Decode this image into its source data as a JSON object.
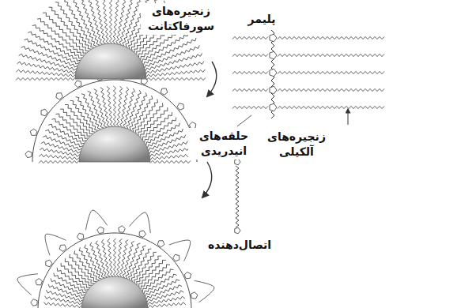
{
  "diagram": {
    "labels": [
      "زنجیره‌های سورفاکتانت",
      "پلیمر",
      "حلقه‌های انیدریدی",
      "زنجیره‌های آلکیلی",
      "اتصال‌دهنده"
    ]
  }
}
